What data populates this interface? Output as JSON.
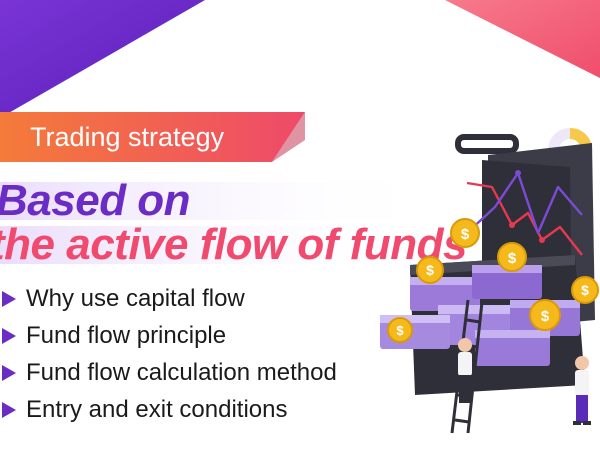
{
  "tag": {
    "label": "Trading strategy"
  },
  "headline": {
    "line1": "Based on",
    "line2": "the active flow of funds"
  },
  "bullets": [
    {
      "label": "Why use capital flow"
    },
    {
      "label": "Fund flow principle"
    },
    {
      "label": "Fund flow calculation method"
    },
    {
      "label": "Entry and exit conditions"
    }
  ],
  "illustration": {
    "coin_symbol": "$",
    "objects": [
      "briefcase-icon",
      "chart-line-icon",
      "coin-icon",
      "cash-stack-icon",
      "ladder-icon",
      "person-icon"
    ]
  },
  "colors": {
    "primary_purple": "#6a2cc4",
    "accent_pink": "#f04a6e",
    "tag_start": "#f47b3a",
    "tag_end": "#ee4a69",
    "briefcase": "#2e2f38",
    "coin": "#f6b91c",
    "cash": "#9b7ad9"
  }
}
